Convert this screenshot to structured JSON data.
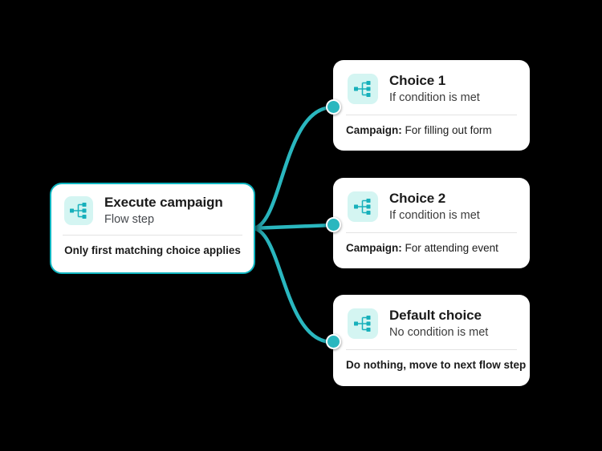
{
  "canvas": {
    "background_color": "#000000",
    "accent_color": "#2ab7bf",
    "icon_tile_color": "#d4f5f2",
    "card_color": "#ffffff"
  },
  "source_node": {
    "icon": "flow-branch-icon",
    "title": "Execute campaign",
    "subtitle": "Flow step",
    "footer": "Only first matching choice applies"
  },
  "choices": [
    {
      "icon": "flow-branch-icon",
      "title": "Choice 1",
      "subtitle": "If condition is met",
      "footer_label": "Campaign:",
      "footer_value": "For filling out form"
    },
    {
      "icon": "flow-branch-icon",
      "title": "Choice 2",
      "subtitle": "If condition is met",
      "footer_label": "Campaign:",
      "footer_value": "For attending event"
    },
    {
      "icon": "flow-branch-icon",
      "title": "Default choice",
      "subtitle": "No condition is met",
      "footer_label": "",
      "footer_value": "Do nothing, move to next flow step"
    }
  ],
  "edges": [
    {
      "from": "source_node",
      "to": "choices.0"
    },
    {
      "from": "source_node",
      "to": "choices.1"
    },
    {
      "from": "source_node",
      "to": "choices.2"
    }
  ]
}
